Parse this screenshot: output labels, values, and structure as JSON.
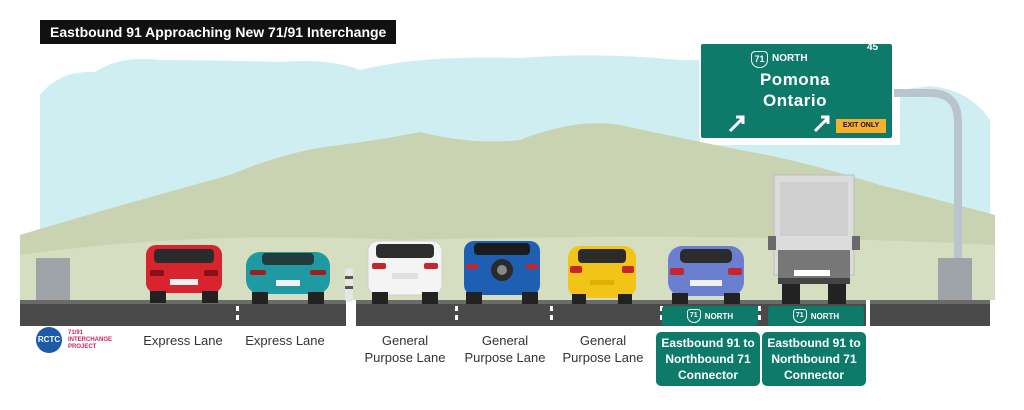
{
  "title": "Eastbound 91 Approaching New 71/91 Interchange",
  "sign": {
    "route_number": "71",
    "route_direction": "NORTH",
    "mile": "45",
    "city_1": "Pomona",
    "city_2": "Ontario",
    "exit_only": "EXIT ONLY"
  },
  "lanes": [
    {
      "label": "Express Lane"
    },
    {
      "label": "Express Lane"
    },
    {
      "label": "General Purpose Lane"
    },
    {
      "label": "General Purpose Lane"
    },
    {
      "label": "General Purpose Lane"
    },
    {
      "label": "Eastbound 91 to Northbound 71 Connector",
      "tag_route": "71",
      "tag_dir": "NORTH"
    },
    {
      "label": "Eastbound 91 to Northbound 71 Connector",
      "tag_route": "71",
      "tag_dir": "NORTH"
    }
  ],
  "logo": {
    "mark": "RCTC",
    "line_1": "71/91",
    "line_2": "INTERCHANGE",
    "line_3": "PROJECT"
  },
  "colors": {
    "sign_green": "#0e7a6a",
    "sky": "#cfeef2",
    "hills": "#c9d3b1",
    "road": "#4a4a4a",
    "exit_yellow": "#f6b02b"
  }
}
